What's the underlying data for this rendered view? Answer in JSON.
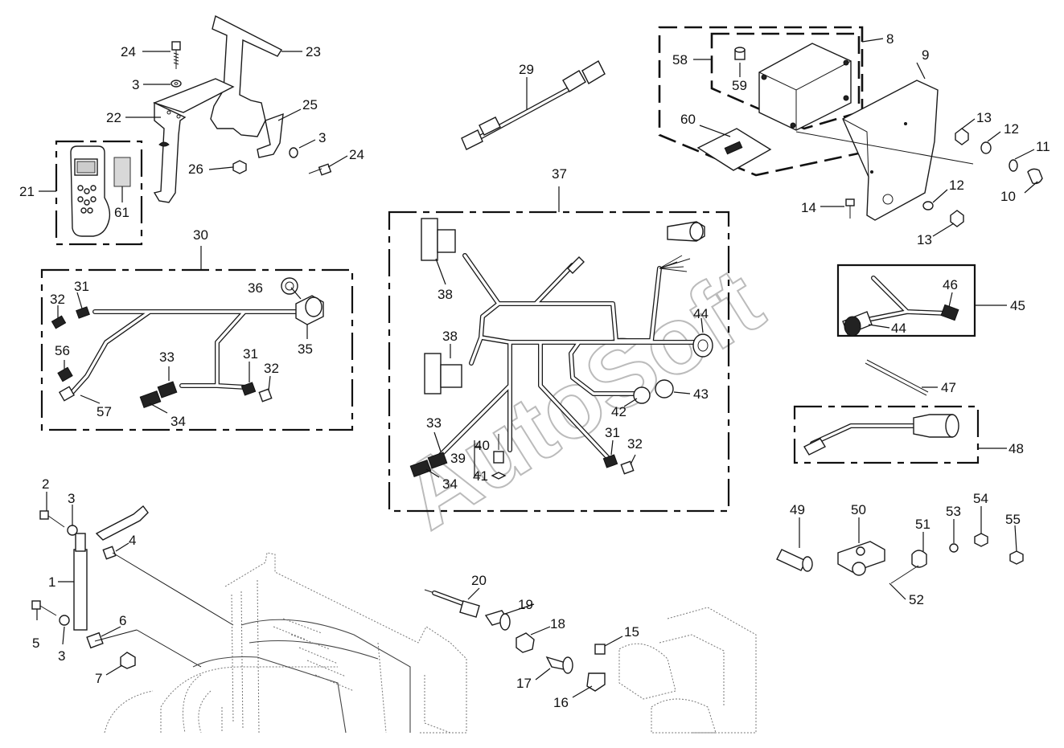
{
  "diagram": {
    "watermark": "AutoSoft",
    "callouts": {
      "c1": "1",
      "c2": "2",
      "c3a": "3",
      "c3b": "3",
      "c3c": "3",
      "c3d": "3",
      "c4": "4",
      "c5": "5",
      "c6": "6",
      "c7": "7",
      "c8": "8",
      "c9": "9",
      "c10": "10",
      "c11": "11",
      "c12a": "12",
      "c12b": "12",
      "c13a": "13",
      "c13b": "13",
      "c14": "14",
      "c15": "15",
      "c16": "16",
      "c17": "17",
      "c18": "18",
      "c19": "19",
      "c20": "20",
      "c21": "21",
      "c22": "22",
      "c23": "23",
      "c24a": "24",
      "c24b": "24",
      "c25": "25",
      "c26": "26",
      "c29": "29",
      "c30": "30",
      "c31a": "31",
      "c31b": "31",
      "c31c": "31",
      "c32a": "32",
      "c32b": "32",
      "c32c": "32",
      "c33a": "33",
      "c33b": "33",
      "c34a": "34",
      "c34b": "34",
      "c35": "35",
      "c36": "36",
      "c37": "37",
      "c38a": "38",
      "c38b": "38",
      "c39": "39",
      "c40": "40",
      "c41": "41",
      "c42": "42",
      "c43": "43",
      "c44a": "44",
      "c44b": "44",
      "c45": "45",
      "c46": "46",
      "c47": "47",
      "c48": "48",
      "c49": "49",
      "c50": "50",
      "c51": "51",
      "c52": "52",
      "c53": "53",
      "c54": "54",
      "c55": "55",
      "c56": "56",
      "c57": "57",
      "c58": "58",
      "c59": "59",
      "c60": "60",
      "c61": "61"
    }
  }
}
